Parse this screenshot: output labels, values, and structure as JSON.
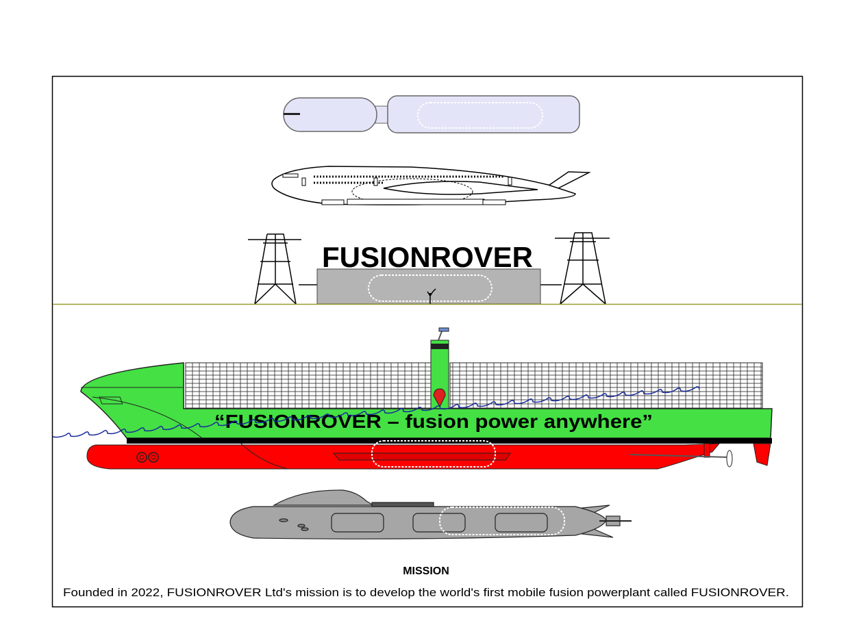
{
  "header": {
    "title": "FUSIONROVER"
  },
  "ship": {
    "slogan": "“FUSIONROVER – fusion power anywhere”"
  },
  "mission": {
    "heading": "MISSION",
    "text": "Founded in 2022, FUSIONROVER Ltd's mission is to develop the world's first mobile fusion powerplant called FUSIONROVER."
  },
  "colors": {
    "ship_upper": "#44e044",
    "ship_hull": "#ff0000",
    "building": "#b4b4b4",
    "blimp": "#e4e4f8",
    "submarine": "#a6a6a6",
    "ground": "#9a9a30",
    "water": "#1a2a9a"
  }
}
